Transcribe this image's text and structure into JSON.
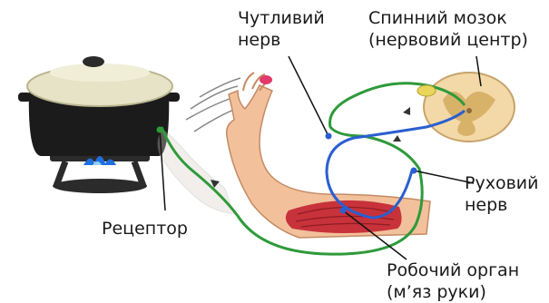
{
  "labels": {
    "sensory_nerve": [
      "Чутливий",
      "нерв"
    ],
    "spinal_cord": [
      "Спинний мозок",
      "(нервовий центр)"
    ],
    "motor_nerve": [
      "Руховий",
      "нерв"
    ],
    "receptor": "Рецептор",
    "effector": [
      "Робочий орган",
      "(м’яз руки)"
    ]
  },
  "colors": {
    "sensory_path": "#2e9a3a",
    "motor_path": "#2a5fd0",
    "muscle": "#c8323a",
    "skin": "#f2c19c",
    "spinal_cord": "#f3d9a8",
    "grey_matter": "#d9b26a",
    "flame": "#1f6fe0",
    "pot": "#1b1b1b",
    "lid": "#e7e3c7"
  }
}
